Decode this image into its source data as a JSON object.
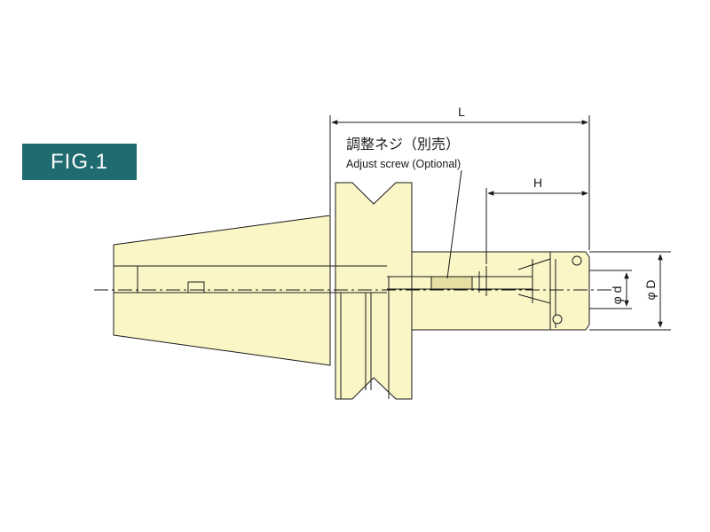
{
  "figure_label": "FIG.1",
  "labels": {
    "length": "L",
    "height": "H",
    "adjust_screw_jp": "調整ネジ（別売）",
    "adjust_screw_en": "Adjust screw (Optional)",
    "inner_diameter": "φ d",
    "outer_diameter": "φ D"
  },
  "colors": {
    "body_fill": "#fbf6c6",
    "outline": "#1a1a1a",
    "badge": "#1f6b6f"
  }
}
